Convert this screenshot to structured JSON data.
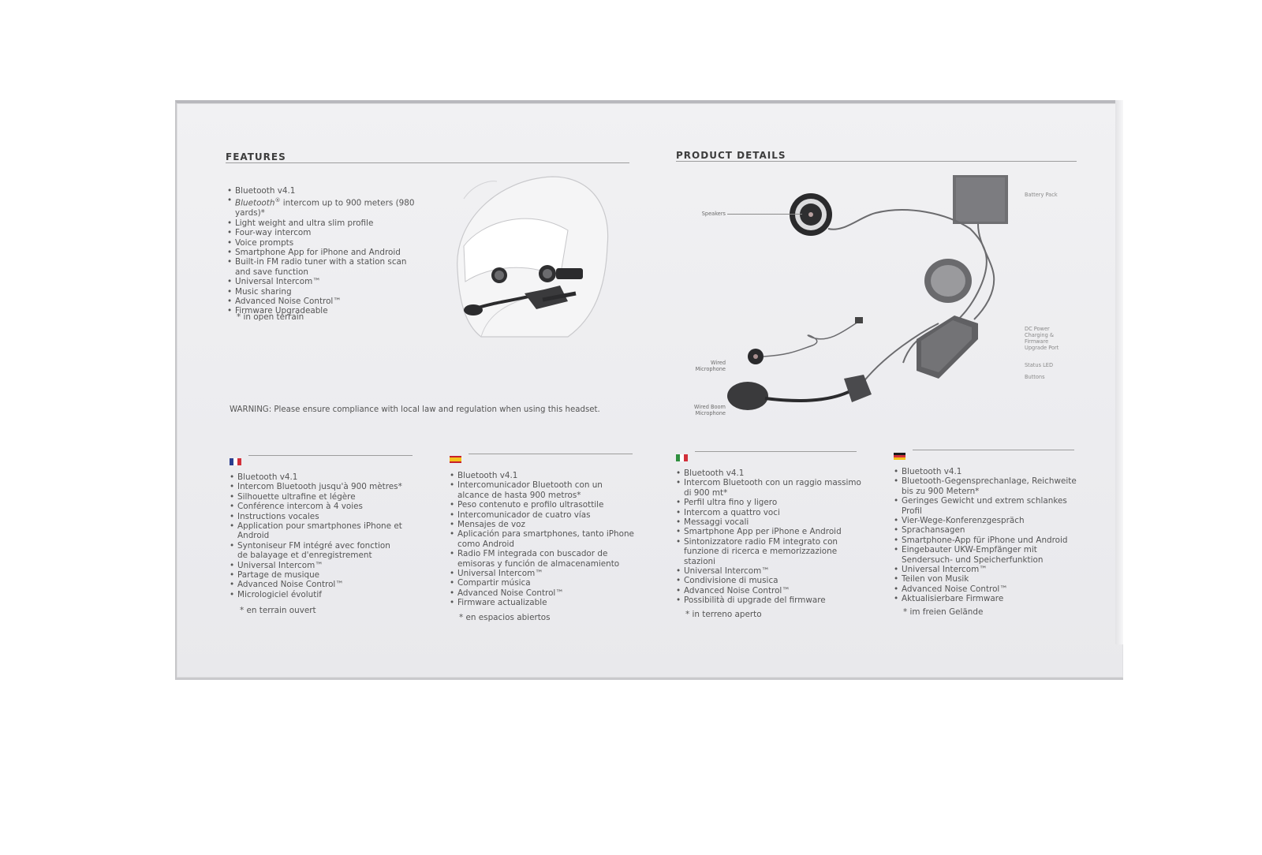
{
  "features": {
    "heading": "FEATURES",
    "items": [
      "Bluetooth v4.1",
      "intercom up to 900 meters (980 yards)*",
      "Light weight and ultra slim profile",
      "Four-way intercom",
      "Voice prompts",
      "Smartphone App for iPhone and Android",
      "Built-in FM radio tuner with a station scan and save function",
      "Universal Intercom™",
      "Music sharing",
      "Advanced Noise Control™",
      "Firmware Upgradeable"
    ],
    "bt_italic": "Bluetooth",
    "bt_reg": "®",
    "note": "* in open terrain"
  },
  "warning": "WARNING: Please ensure compliance with local law and regulation when using this headset.",
  "product_details": {
    "heading": "PRODUCT DETAILS",
    "labels": {
      "speakers": "Speakers",
      "battery_pack": "Battery Pack",
      "dc_power": "DC Power Charging & Firmware Upgrade Port",
      "status_led": "Status LED",
      "buttons": "Buttons",
      "wired_microphone": "Wired Microphone",
      "wired_boom_microphone": "Wired Boom Microphone"
    }
  },
  "languages": {
    "fr": {
      "flag": [
        "#2c3f8f",
        "#ffffff",
        "#d2303a"
      ],
      "items": [
        "Bluetooth v4.1",
        "Intercom Bluetooth jusqu'à 900 mètres*",
        "Silhouette ultrafine et légère",
        "Conférence intercom à 4 voies",
        "Instructions vocales",
        "Application pour smartphones iPhone et Android",
        "Syntoniseur FM intégré avec fonction de balayage et d'enregistrement",
        "Universal Intercom™",
        "Partage de musique",
        "Advanced Noise Control™",
        "Micrologiciel évolutif"
      ],
      "note": "* en terrain ouvert"
    },
    "es": {
      "flag": [
        "#c8202b",
        "#f3c21b",
        "#c8202b"
      ],
      "items": [
        "Bluetooth v4.1",
        "Intercomunicador Bluetooth con un alcance de hasta 900 metros*",
        "Peso contenuto e profilo ultrasottile",
        "Intercomunicador de cuatro vías",
        "Mensajes de voz",
        "Aplicación para smartphones, tanto iPhone como Android",
        "Radio FM integrada con buscador de emisoras y función de almacenamiento",
        "Universal Intercom™",
        "Compartir música",
        "Advanced Noise Control™",
        "Firmware actualizable"
      ],
      "note": "* en espacios abiertos"
    },
    "it": {
      "flag": [
        "#2f8f3f",
        "#ffffff",
        "#d2303a"
      ],
      "items": [
        "Bluetooth v4.1",
        "Intercom Bluetooth con un raggio massimo di 900 mt*",
        "Perfil ultra fino y ligero",
        "Intercom a quattro voci",
        "Messaggi vocali",
        "Smartphone App per iPhone e Android",
        "Sintonizzatore radio FM integrato con funzione di ricerca e memorizzazione stazioni",
        "Universal Intercom™",
        "Condivisione di musica",
        "Advanced Noise Control™",
        "Possibilità di upgrade del firmware"
      ],
      "note": "* in terreno aperto"
    },
    "de": {
      "flag": [
        "#1a1a1a",
        "#d2303a",
        "#f3c21b"
      ],
      "items": [
        "Bluetooth v4.1",
        "Bluetooth-Gegensprechanlage, Reichweite bis zu 900 Metern*",
        "Geringes Gewicht und extrem schlankes Profil",
        "Vier-Wege-Konferenzgespräch",
        "Sprachansagen",
        "Smartphone-App für iPhone und Android",
        "Eingebauter UKW-Empfänger mit Sendersuch- und Speicherfunktion",
        "Universal Intercom™",
        "Teilen von Musik",
        "Advanced Noise Control™",
        "Aktualisierbare Firmware"
      ],
      "note": "* im freien Gelände"
    }
  }
}
